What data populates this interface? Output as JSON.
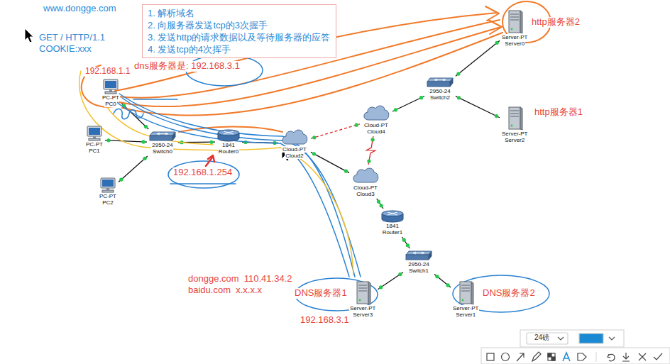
{
  "diagram": {
    "nodes": [
      {
        "text": [
          "1. 解析域名",
          "2. 向服务器发送tcp的3次握手",
          "3. 发送http的请求数据以及等待服务器的应答",
          "4. 发送tcp的4次挥手"
        ]
      },
      {
        "text": [
          "Server-PT",
          "Server0"
        ]
      },
      {
        "text": [
          "2950-24",
          "Switch2"
        ]
      },
      {
        "text": [
          "PC-PT",
          "PC0"
        ]
      },
      {
        "text": [
          "Server-PT",
          "Server2"
        ]
      },
      {
        "text": [
          "Cloud-PT",
          "Cloud4"
        ]
      },
      {
        "text": [
          "PC-PT",
          "PC1"
        ]
      },
      {
        "text": [
          "2950-24",
          "Switch0"
        ]
      },
      {
        "text": [
          "1841",
          "Router0"
        ]
      },
      {
        "text": [
          "Cloud-PT",
          "Cloud2"
        ]
      },
      {
        "text": [
          "Cloud-PT",
          "Cloud3"
        ]
      },
      {
        "text": [
          "PC-PT",
          "PC2"
        ]
      },
      {
        "text": [
          "1841",
          "Router1"
        ]
      },
      {
        "text": [
          "2950-24",
          "Switch1"
        ]
      },
      {
        "text": [
          "Server-PT",
          "Server3"
        ]
      },
      {
        "text": [
          "Server-PT",
          "Server1"
        ]
      }
    ],
    "edges": [
      {
        "from": 3,
        "to": 7,
        "arrow": "none"
      },
      {
        "from": 6,
        "to": 7,
        "arrow": "none"
      },
      {
        "from": 11,
        "to": 7,
        "arrow": "none"
      },
      {
        "from": 7,
        "to": 8,
        "arrow": "none"
      },
      {
        "from": 8,
        "to": 9,
        "arrow": "none"
      },
      {
        "from": 9,
        "to": 5,
        "arrow": "none"
      },
      {
        "from": 9,
        "to": 10,
        "arrow": "none"
      },
      {
        "from": 5,
        "to": 10,
        "arrow": "none"
      },
      {
        "from": 5,
        "to": 2,
        "arrow": "none"
      },
      {
        "from": 2,
        "to": 1,
        "arrow": "none"
      },
      {
        "from": 2,
        "to": 4,
        "arrow": "none"
      },
      {
        "from": 10,
        "to": 12,
        "arrow": "none"
      },
      {
        "from": 12,
        "to": 13,
        "arrow": "none"
      },
      {
        "from": 13,
        "to": 14,
        "arrow": "none"
      },
      {
        "from": 13,
        "to": 15,
        "arrow": "none"
      }
    ],
    "labels": [
      "www.dongge.com",
      "GET / HTTP/1.1",
      "COOKIE:xxx",
      "dns服务器是: 192.168.3.1",
      "192.168.1.1",
      "http服务器2",
      "http服务器1",
      "192.168.1.254",
      "dongge.com  110.41.34.2",
      "baidu.com  x.x.x.x",
      "DNS服务器1",
      "DNS服务器2",
      "192.168.3.1",
      "24磅"
    ]
  }
}
